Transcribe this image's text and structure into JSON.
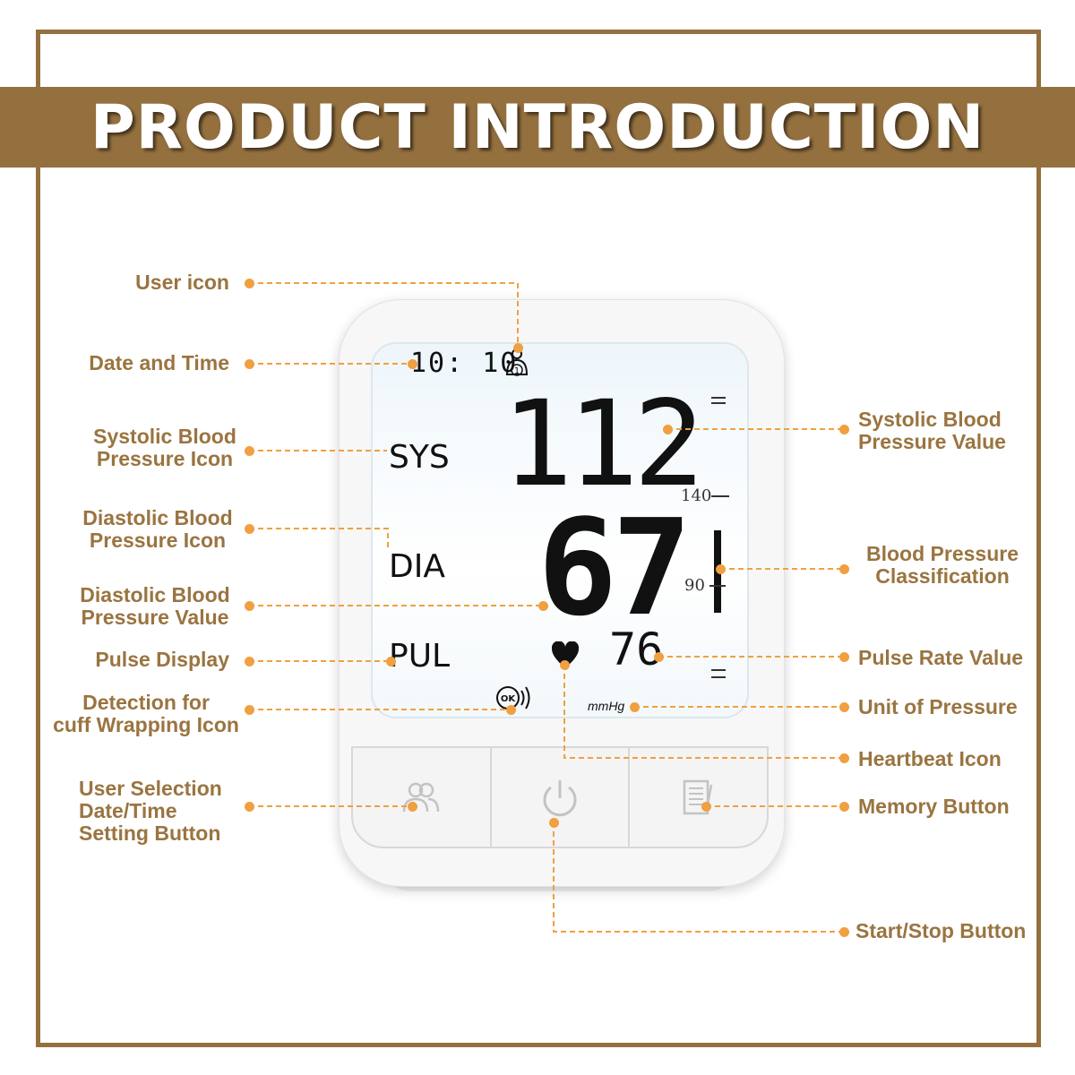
{
  "banner": {
    "title": "PRODUCT INTRODUCTION"
  },
  "colors": {
    "brand": "#94703f",
    "label": "#9a7440",
    "leader": "#f0a040",
    "lcd_text": "#111111"
  },
  "display": {
    "time": "10: 10",
    "sys_label": "SYS",
    "dia_label": "DIA",
    "pul_label": "PUL",
    "systolic": "112",
    "diastolic": "67",
    "pulse": "76",
    "scale_high": "140",
    "scale_low": "90",
    "unit": "mmHg",
    "user_number": "1"
  },
  "device_buttons": [
    {
      "icon": "users-icon"
    },
    {
      "icon": "power-icon"
    },
    {
      "icon": "memory-icon"
    }
  ],
  "callouts": {
    "left": [
      {
        "lines": [
          "User icon"
        ]
      },
      {
        "lines": [
          "Date and Time"
        ]
      },
      {
        "lines": [
          "Systolic Blood",
          "Pressure Icon"
        ]
      },
      {
        "lines": [
          "Diastolic Blood",
          "Pressure Icon"
        ]
      },
      {
        "lines": [
          "Diastolic Blood",
          "Pressure Value"
        ]
      },
      {
        "lines": [
          "Pulse Display"
        ]
      },
      {
        "lines": [
          "Detection for",
          "cuff Wrapping Icon"
        ]
      },
      {
        "lines": [
          "User Selection",
          "Date/Time",
          "Setting Button"
        ]
      }
    ],
    "right": [
      {
        "lines": [
          "Systolic Blood",
          "Pressure Value"
        ]
      },
      {
        "lines": [
          "Blood Pressure",
          "Classification"
        ]
      },
      {
        "lines": [
          "Pulse Rate Value"
        ]
      },
      {
        "lines": [
          "Unit of Pressure"
        ]
      },
      {
        "lines": [
          "Heartbeat Icon"
        ]
      },
      {
        "lines": [
          "Memory Button"
        ]
      },
      {
        "lines": [
          "Start/Stop Button"
        ]
      }
    ]
  }
}
